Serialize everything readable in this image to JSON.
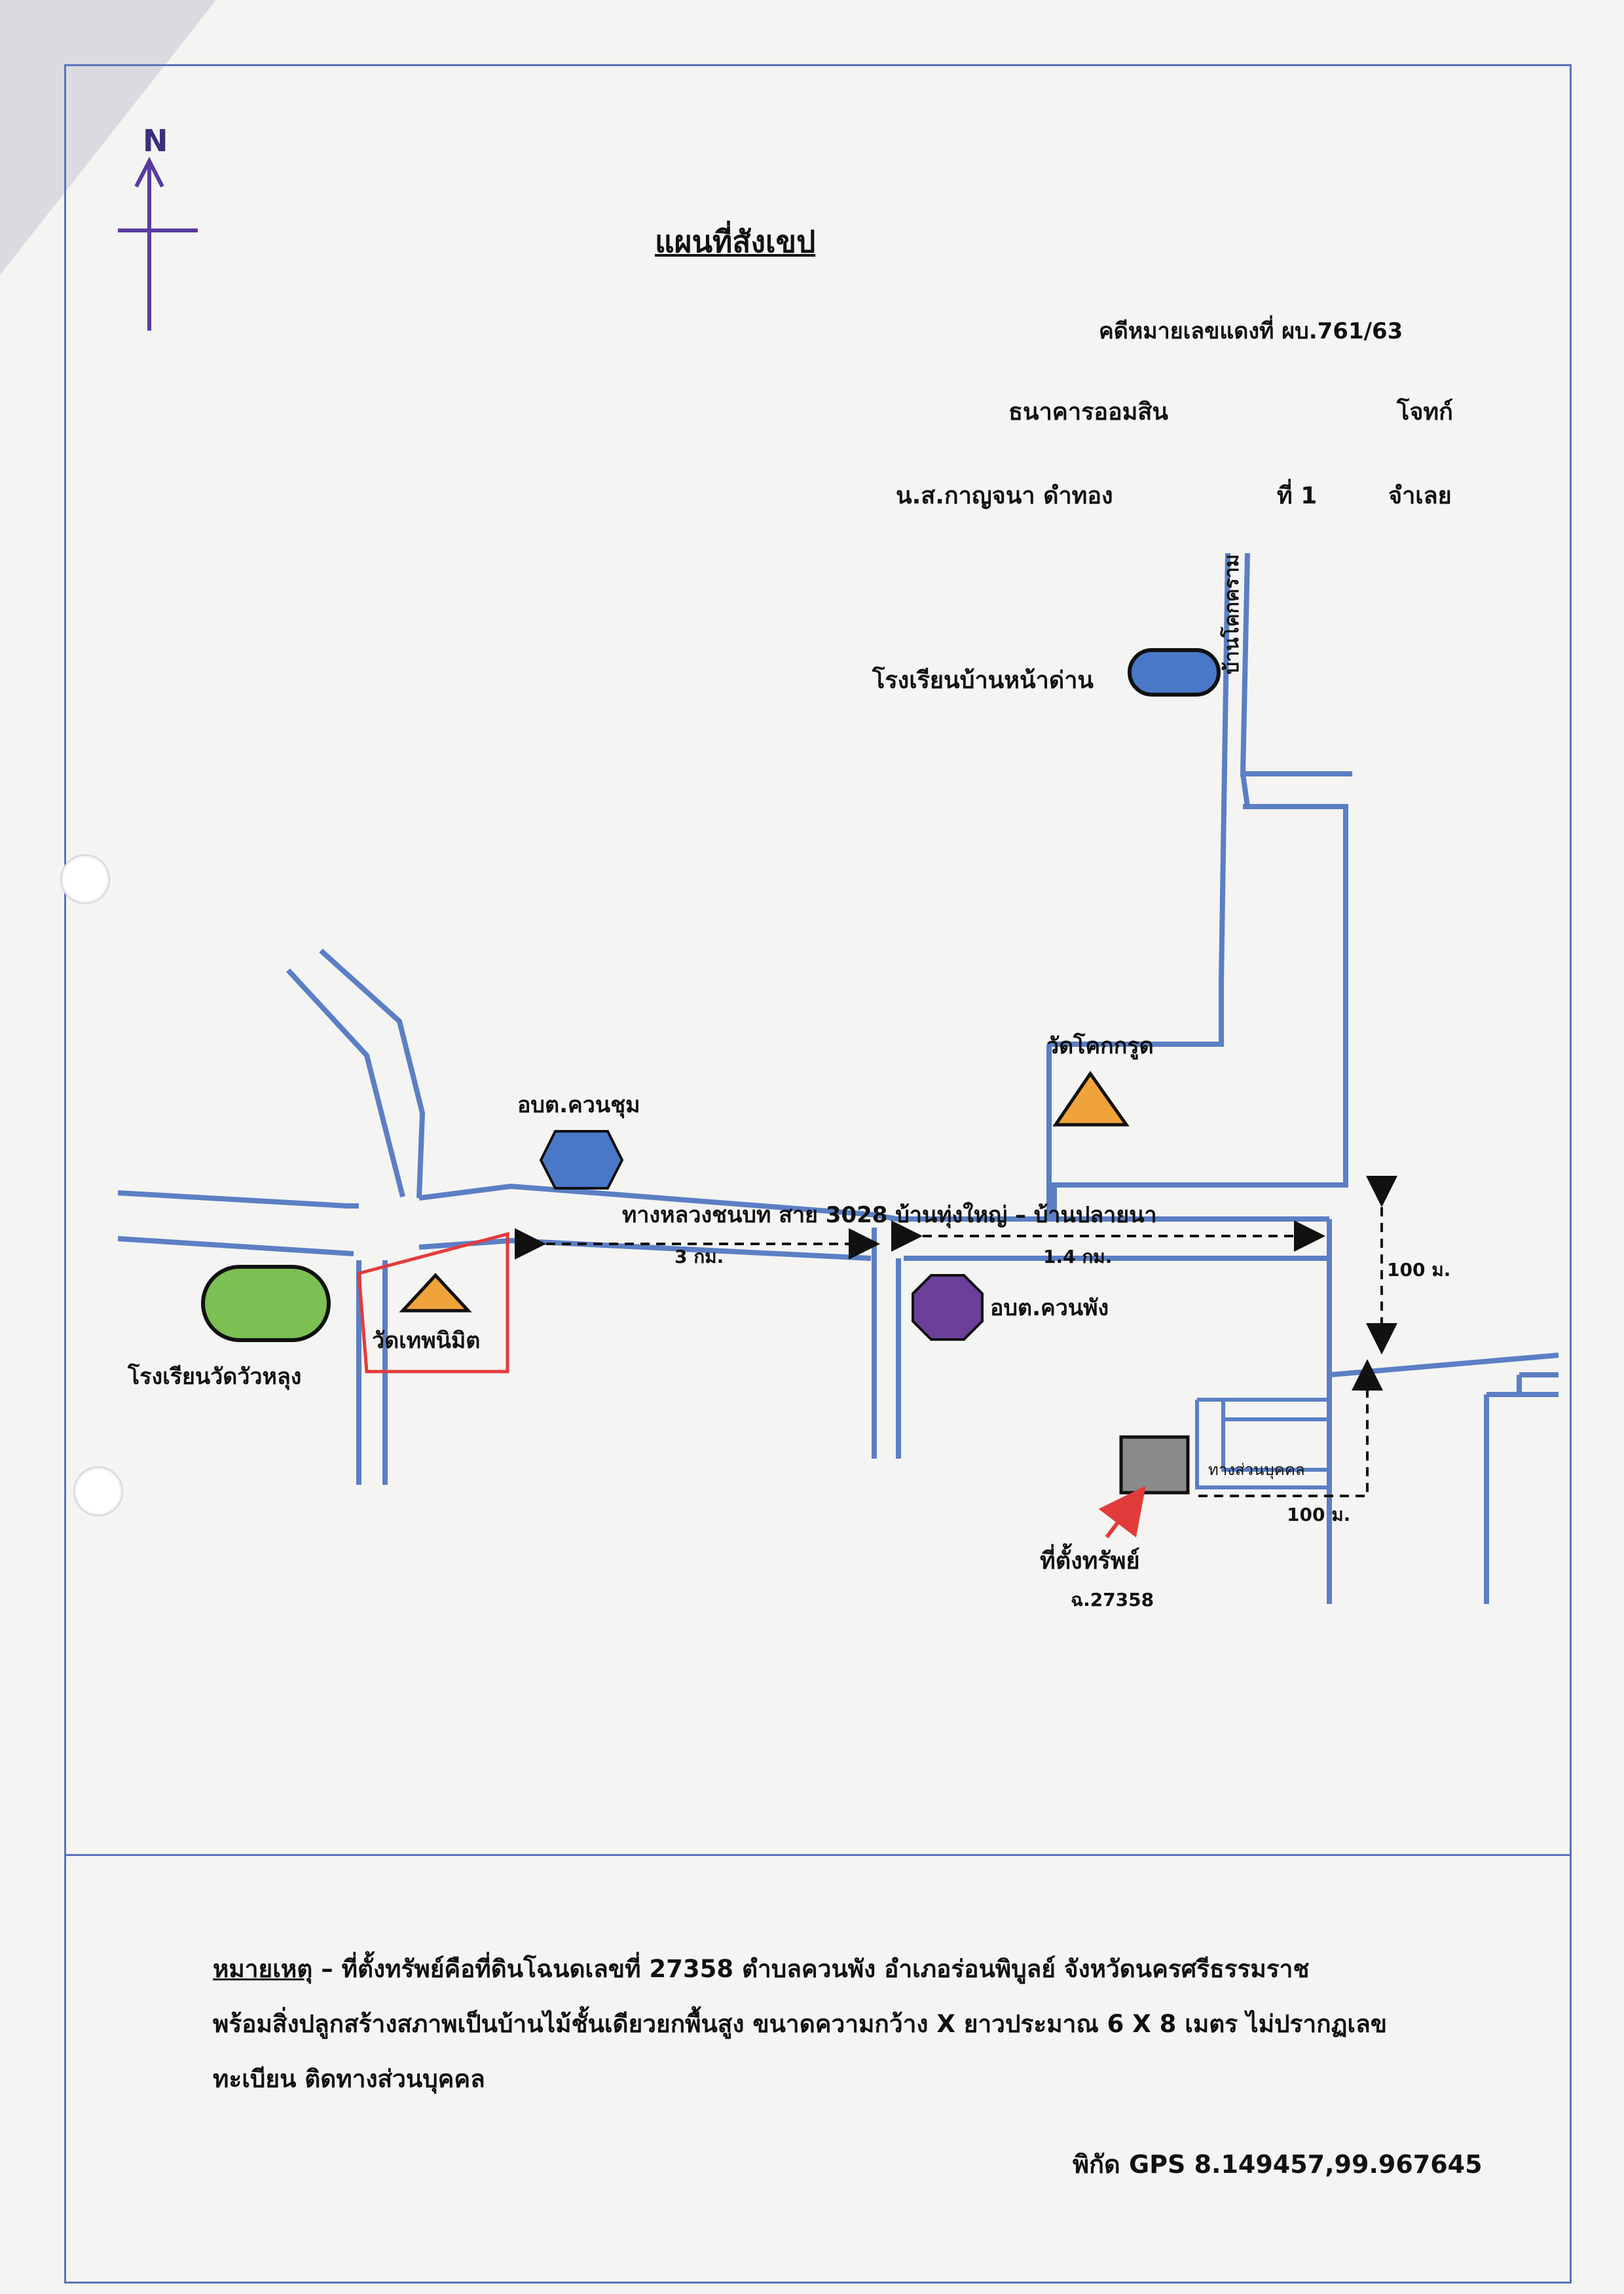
{
  "header": {
    "compass_letter": "N",
    "title": "แผนที่สังเขป",
    "case_number": "คดีหมายเลขแดงที่ ผบ.761/63",
    "plaintiff_name": "ธนาคารออมสิน",
    "plaintiff_role": "โจทก์",
    "defendant_name": "น.ส.กาญจนา ดำทอง",
    "defendant_order": "ที่ 1",
    "defendant_role": "จำเลย"
  },
  "map": {
    "road_name": "ทางหลวงชนบท สาย 3028 บ้านทุ่งใหญ่ – บ้านปลายนา",
    "side_road_vertical": "บ้านโคกคราม",
    "distance_3km": "3 กม.",
    "distance_1_4km": "1.4 กม.",
    "distance_100m_vertical": "100 ม.",
    "distance_100m_horizontal": "100 ม.",
    "private_road": "ทางส่วนบุคคล",
    "landmarks": {
      "school_na_dan": "โรงเรียนบ้านหน้าด่าน",
      "obt_khuan_chum": "อบต.ควนชุม",
      "wat_khok_krut": "วัดโคกกรูด",
      "school_wat_wa_lung": "โรงเรียนวัดวัวหลุง",
      "wat_thep_nimit": "วัดเทพนิมิต",
      "obt_khuan_phang": "อบต.ควนพัง",
      "property_label": "ที่ตั้งทรัพย์",
      "deed_number": "ฉ.27358"
    },
    "colors": {
      "road": "#5b7fc4",
      "blue_marker": "#4a78c8",
      "green_marker": "#7cbf52",
      "purple_marker": "#6b3f9a",
      "triangle_marker": "#f0a33a",
      "property_marker": "#8a8a8a",
      "highlight": "#e23b3b"
    }
  },
  "notes": {
    "line1_label": "หมายเหตุ",
    "line1": "– ที่ตั้งทรัพย์คือที่ดินโฉนดเลขที่ 27358 ตำบลควนพัง อำเภอร่อนพิบูลย์ จังหวัดนครศรีธรรมราช",
    "line2": "พร้อมสิ่งปลูกสร้างสภาพเป็นบ้านไม้ชั้นเดียวยกพื้นสูง ขนาดความกว้าง X ยาวประมาณ 6 X 8 เมตร ไม่ปรากฏเลข",
    "line3": "ทะเบียน ติดทางส่วนบุคคล",
    "gps": "พิกัด GPS 8.149457,99.967645"
  }
}
